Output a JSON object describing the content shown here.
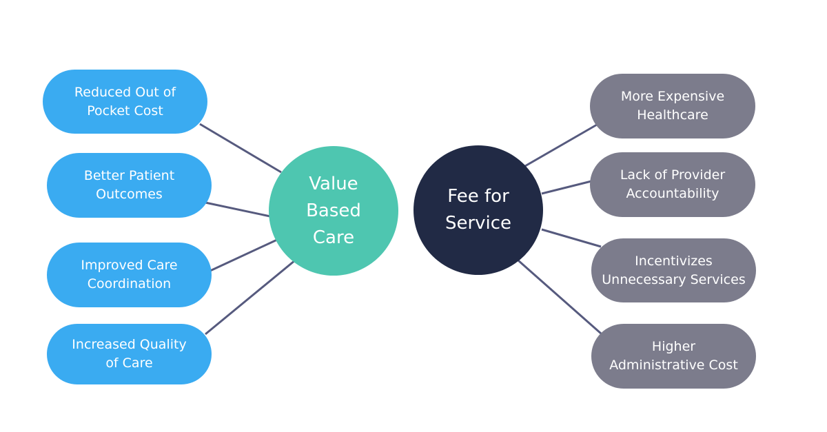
{
  "diagram": {
    "left_hub": {
      "label": "Value\nBased\nCare",
      "color": "#4ec6b0"
    },
    "right_hub": {
      "label": "Fee for\nService",
      "color": "#212a45"
    },
    "left_items": [
      {
        "label": "Reduced Out of\nPocket Cost"
      },
      {
        "label": "Better Patient\nOutcomes"
      },
      {
        "label": "Improved Care\nCoordination"
      },
      {
        "label": "Increased Quality\nof Care"
      }
    ],
    "right_items": [
      {
        "label": "More Expensive\nHealthcare"
      },
      {
        "label": "Lack of Provider\nAccountability"
      },
      {
        "label": "Incentivizes\nUnnecessary Services"
      },
      {
        "label": "Higher\nAdministrative Cost"
      }
    ],
    "colors": {
      "left_item": "#3aabf1",
      "right_item": "#7c7c8c",
      "connector": "#565a7e"
    }
  }
}
